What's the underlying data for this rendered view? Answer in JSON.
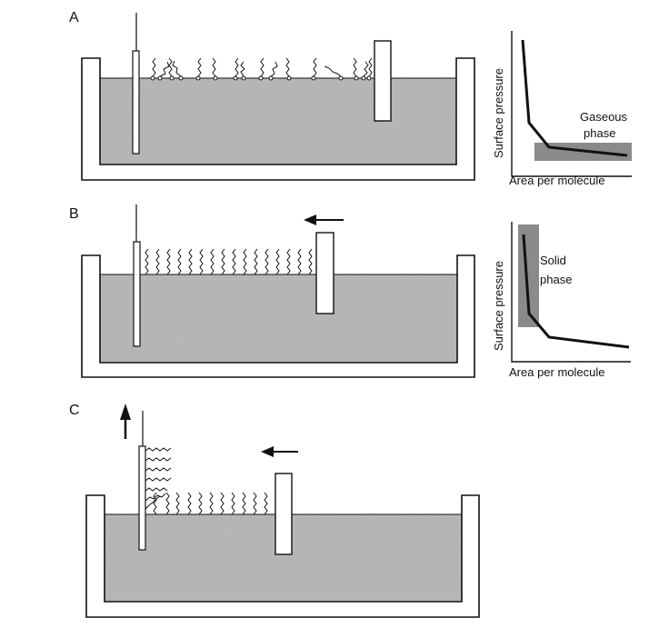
{
  "panels": [
    {
      "label": "A",
      "phase_label_line1": "Gaseous",
      "phase_label_line2": "phase"
    },
    {
      "label": "B",
      "phase_label_line1": "Solid",
      "phase_label_line2": "phase"
    },
    {
      "label": "C"
    }
  ],
  "graph": {
    "y_label": "Surface pressure",
    "x_label": "Area per molecule"
  },
  "colors": {
    "water": "#b5b5b5",
    "phase_band": "#8a8a8a",
    "ink": "#111111"
  }
}
